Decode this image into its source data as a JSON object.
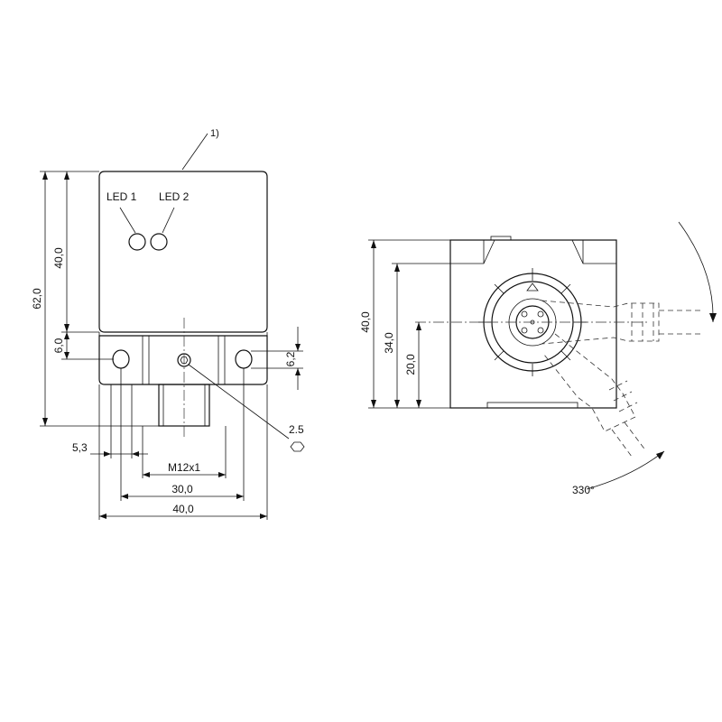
{
  "callouts": {
    "note_marker": "1)",
    "led1": "LED 1",
    "led2": "LED 2"
  },
  "front_view": {
    "dim_total_height": "62,0",
    "dim_body_height": "40,0",
    "dim_flange_height": "6,0",
    "dim_hole_height": "6,2",
    "dim_hole_offset": "5,3",
    "dim_thread": "M12x1",
    "dim_hole_spacing": "30,0",
    "dim_width": "40,0",
    "dim_hex_key": "2.5"
  },
  "side_view": {
    "dim_height": "40,0",
    "dim_inner_height": "34,0",
    "dim_connector_height": "20,0",
    "dim_rotation": "330°"
  }
}
